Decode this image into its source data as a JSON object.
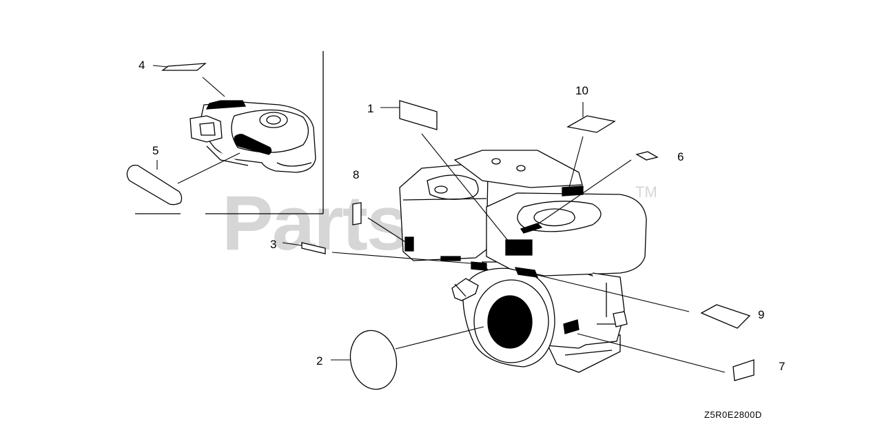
{
  "diagram": {
    "callouts": [
      {
        "id": "1",
        "label": "1"
      },
      {
        "id": "2",
        "label": "2"
      },
      {
        "id": "3",
        "label": "3"
      },
      {
        "id": "4",
        "label": "4"
      },
      {
        "id": "5",
        "label": "5"
      },
      {
        "id": "6",
        "label": "6"
      },
      {
        "id": "7",
        "label": "7"
      },
      {
        "id": "8",
        "label": "8"
      },
      {
        "id": "9",
        "label": "9"
      },
      {
        "id": "10",
        "label": "10"
      }
    ],
    "figure_code": "Z5R0E2800D",
    "watermark": {
      "text": "PartsTree",
      "mark": "TM"
    }
  },
  "colors": {
    "ink": "#000000",
    "watermark": "#d6d6d6",
    "paper": "#ffffff"
  }
}
